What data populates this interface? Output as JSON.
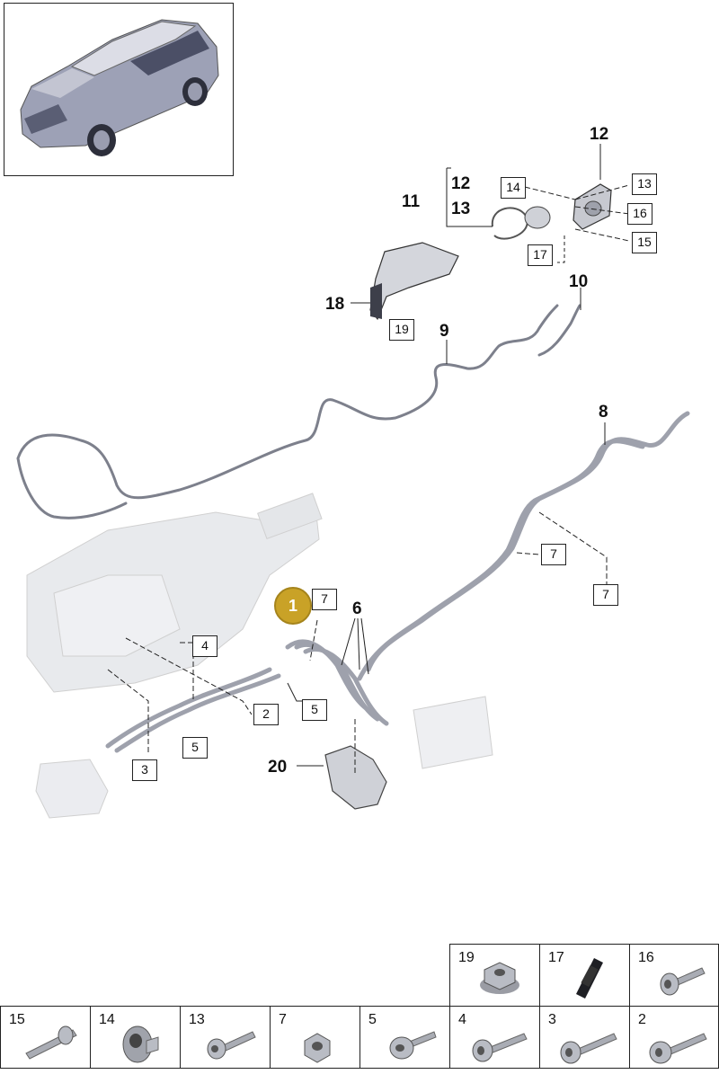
{
  "callouts": {
    "bold": {
      "n12_top": "12",
      "n11": "11",
      "n12": "12",
      "n13": "13",
      "n18": "18",
      "n10": "10",
      "n9": "9",
      "n8": "8",
      "n6": "6",
      "n20": "20"
    },
    "boxed": {
      "b14": "14",
      "b13": "13",
      "b16": "16",
      "b15": "15",
      "b17": "17",
      "b19": "19",
      "b7a": "7",
      "b7b": "7",
      "b7c": "7",
      "b4": "4",
      "b2": "2",
      "b5a": "5",
      "b5b": "5",
      "b3": "3"
    },
    "highlight": "1"
  },
  "fasteners": [
    {
      "num": "19",
      "icon": "hex-nut-flange-icon"
    },
    {
      "num": "17",
      "icon": "plastic-clip-icon"
    },
    {
      "num": "16",
      "icon": "torx-bolt-icon"
    },
    {
      "num": "15",
      "icon": "stud-bolt-icon"
    },
    {
      "num": "14",
      "icon": "spacer-sleeve-icon"
    },
    {
      "num": "13",
      "icon": "torx-bolt-icon"
    },
    {
      "num": "7",
      "icon": "hex-nut-icon"
    },
    {
      "num": "5",
      "icon": "pan-head-screw-icon"
    },
    {
      "num": "4",
      "icon": "torx-bolt-icon"
    },
    {
      "num": "3",
      "icon": "torx-bolt-icon"
    },
    {
      "num": "2",
      "icon": "torx-bolt-icon"
    }
  ],
  "colors": {
    "highlight": "#c9a227",
    "line": "#222222",
    "part_shade": "#b9bcc4"
  }
}
